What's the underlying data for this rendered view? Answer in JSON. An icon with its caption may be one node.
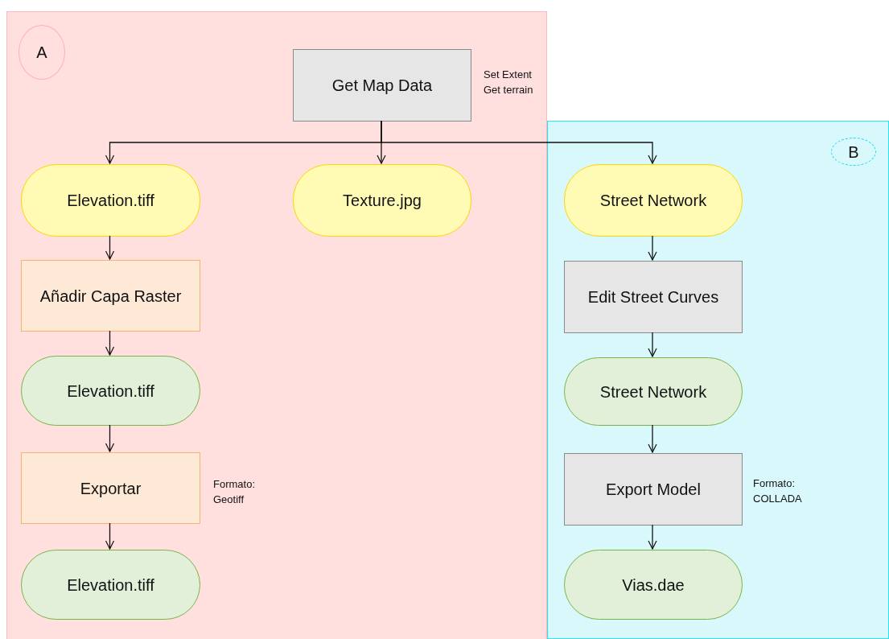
{
  "diagram": {
    "nodes": [
      {
        "text": [],
        "shape": "box"
      },
      {
        "text": [
          "A"
        ],
        "in": 0
      },
      {
        "text": [
          "Get Map Data"
        ],
        "beside": [
          "Set Extent Get terrain"
        ],
        "in": 0
      },
      {
        "text": [
          "Elevation.tiff"
        ],
        "in": 0
      },
      {
        "text": [
          "Texture.jpg"
        ],
        "in": 0
      },
      {
        "text": [
          "Añadir Capa Raster"
        ],
        "in": 0
      },
      {
        "text": [
          "Elevation.tiff"
        ],
        "in": 0
      },
      {
        "text": [
          "Exportar"
        ],
        "beside": [
          "Formato: Geotiff"
        ],
        "in": 0
      },
      {
        "text": [
          "Elevation.tiff"
        ],
        "in": 0
      },
      {
        "text": [],
        "shape": "box"
      },
      {
        "text": [
          "B"
        ],
        "in": 9
      },
      {
        "text": [
          "Street Network"
        ],
        "in": 9
      },
      {
        "text": [
          "Edit Street Curves"
        ],
        "in": 9
      },
      {
        "text": [
          "Street Network"
        ],
        "in": 9
      },
      {
        "text": [
          "Export Model"
        ],
        "beside": [
          "Formato: COLLADA"
        ],
        "in": 9
      },
      {
        "text": [
          "Vias.dae"
        ],
        "in": 9
      }
    ],
    "edges": [
      {
        "from": 2,
        "to": 3,
        "arrow": "to"
      },
      {
        "from": 2,
        "to": 4,
        "arrow": "to"
      },
      {
        "from": 2,
        "to": 11,
        "arrow": "to"
      },
      {
        "from": 3,
        "to": 5,
        "arrow": "to"
      },
      {
        "from": 5,
        "to": 6,
        "arrow": "to"
      },
      {
        "from": 6,
        "to": 7,
        "arrow": "to"
      },
      {
        "from": 7,
        "to": 8,
        "arrow": "to"
      },
      {
        "from": 11,
        "to": 12,
        "arrow": "to"
      },
      {
        "from": 12,
        "to": 13,
        "arrow": "to"
      },
      {
        "from": 13,
        "to": 14,
        "arrow": "to"
      },
      {
        "from": 14,
        "to": 15,
        "arrow": "to"
      }
    ]
  }
}
